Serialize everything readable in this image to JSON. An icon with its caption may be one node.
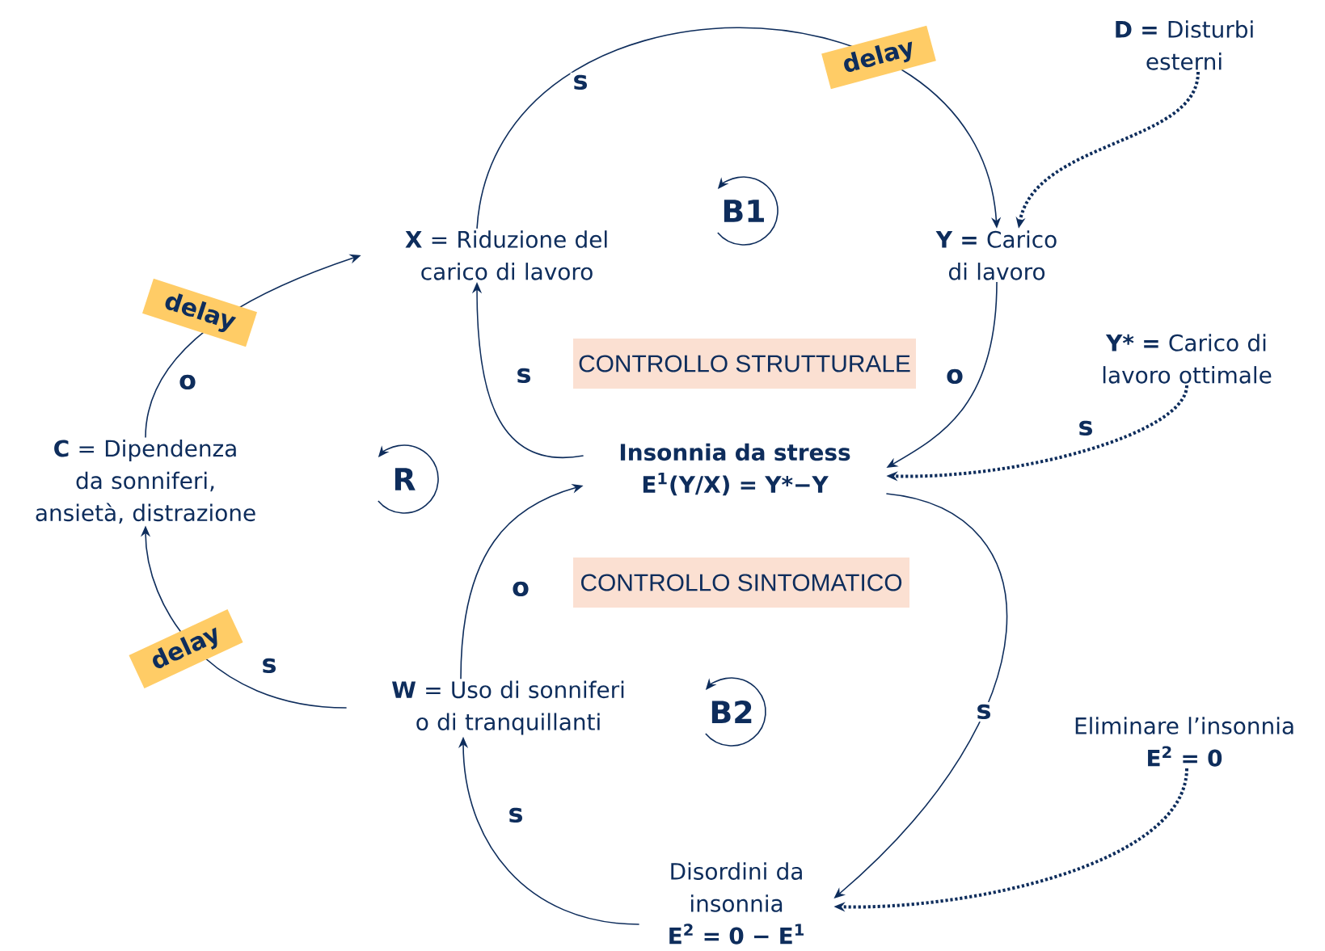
{
  "diagram": {
    "nodes": [
      {
        "text": [
          "**X** = Riduzione del carico di lavoro"
        ]
      },
      {
        "text": [
          "**Y =** Carico di lavoro"
        ]
      },
      {
        "text": [
          "**D =** Disturbi esterni"
        ]
      },
      {
        "text": [
          "**Y* =** Carico di lavoro ottimale"
        ]
      },
      {
        "text": [
          "Insonnia da stress",
          "E$^{1}$(Y/X) = Y*−Y"
        ]
      },
      {
        "text": [
          "**C** = Dipendenza da sonniferi, ansietà, distrazione"
        ]
      },
      {
        "text": [
          "**W** = Uso di sonniferi o di tranquillanti"
        ]
      },
      {
        "text": [
          "Disordini da insonnia",
          "E$^{2}$ = 0 − E$^{1}$"
        ]
      },
      {
        "text": [
          "Eliminare l’insonnia",
          "E$^{2}$ = 0"
        ]
      },
      {
        "text": [
          "CONTROLLO STRUTTURALE"
        ]
      },
      {
        "text": [
          "CONTROLLO SINTOMATICO"
        ]
      }
    ],
    "edges": [
      {
        "from": 0,
        "to": 1,
        "arrow": "to",
        "label": "s"
      },
      {
        "from": 2,
        "to": 1,
        "arrow": "to",
        "style": "dashed"
      },
      {
        "from": 1,
        "to": 4,
        "arrow": "to",
        "label": "o"
      },
      {
        "from": 3,
        "to": 4,
        "arrow": "to",
        "label": "s",
        "style": "dashed"
      },
      {
        "from": 4,
        "to": 0,
        "arrow": "to",
        "label": "s"
      },
      {
        "from": 5,
        "to": 0,
        "arrow": "to",
        "label": "o"
      },
      {
        "from": 4,
        "to": 7,
        "arrow": "to",
        "label": "s"
      },
      {
        "from": 8,
        "to": 7,
        "arrow": "to",
        "style": "dashed"
      },
      {
        "from": 7,
        "to": 6,
        "arrow": "to",
        "label": "s"
      },
      {
        "from": 6,
        "to": 4,
        "arrow": "to",
        "label": "o"
      },
      {
        "from": 6,
        "to": 5,
        "arrow": "to",
        "label": "s"
      }
    ],
    "labels": [
      "delay",
      "B1",
      "delay",
      "R",
      "delay",
      "B2"
    ]
  }
}
